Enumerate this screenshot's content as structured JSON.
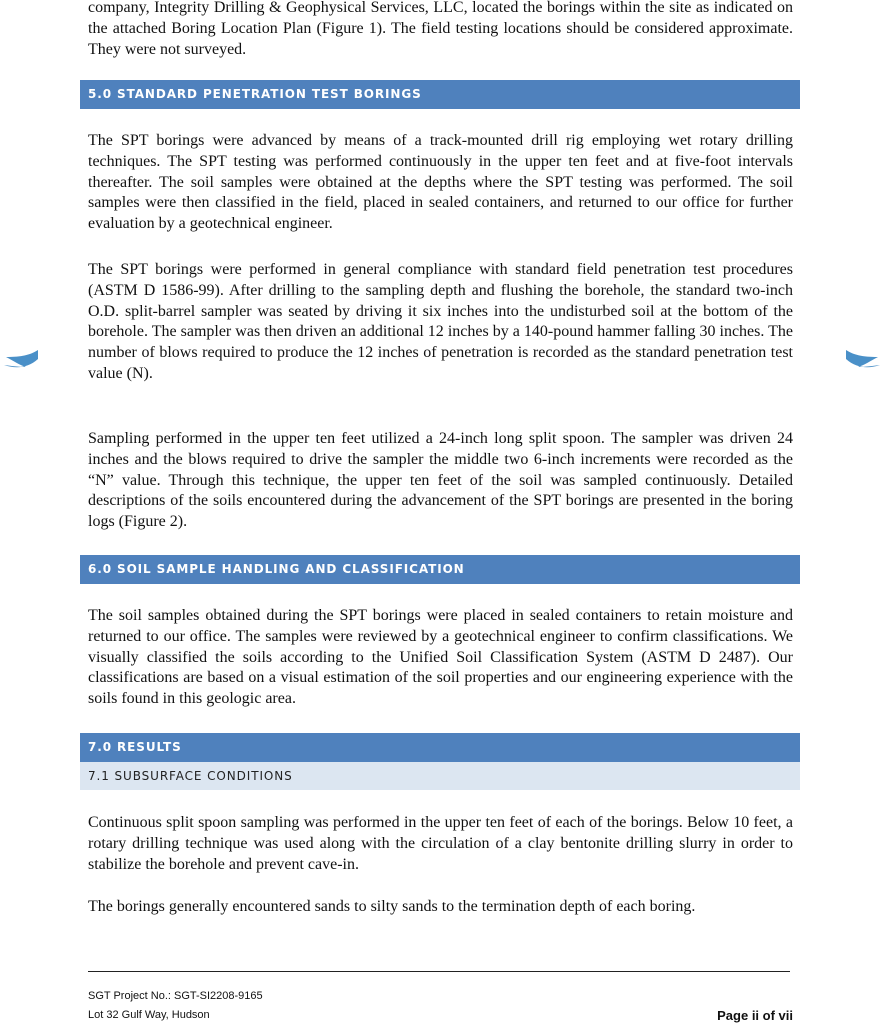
{
  "intro": {
    "text": "company, Integrity Drilling & Geophysical Services, LLC, located the borings within the site as indicated on the attached Boring Location Plan (Figure 1). The field testing locations should be considered approximate.  They were not surveyed."
  },
  "section5": {
    "heading": "5.0 STANDARD PENETRATION TEST BORINGS",
    "paragraphs": [
      "The SPT borings were advanced by means of a track-mounted drill rig employing wet rotary drilling techniques. The SPT testing was performed continuously in the upper ten feet and at five-foot intervals thereafter. The soil samples were obtained at the depths where the SPT testing was performed. The soil samples were then classified in the field, placed in sealed containers, and returned to our office for further evaluation by a geotechnical engineer.",
      "The SPT borings were performed in general compliance with standard field penetration test procedures (ASTM D 1586-99). After drilling to the sampling depth and flushing the borehole, the standard two-inch O.D. split-barrel sampler was seated by driving it six inches into the undisturbed soil at the bottom of the borehole. The sampler was then driven an additional 12 inches by a 140-pound hammer falling 30 inches. The number of blows required to produce the 12 inches of penetration is recorded as the standard penetration test value (N).",
      "Sampling performed in the upper ten feet utilized a 24-inch long split spoon. The sampler was driven 24 inches and the blows required to drive the sampler the middle two 6-inch increments were recorded as the “N” value. Through this technique, the upper ten feet of the soil was sampled continuously. Detailed descriptions of the soils encountered during the advancement of the SPT borings are presented in the boring logs (Figure 2)."
    ]
  },
  "section6": {
    "heading": "6.0 SOIL SAMPLE HANDLING AND CLASSIFICATION",
    "paragraphs": [
      "The soil samples obtained during the SPT borings were placed in sealed containers to retain moisture and returned to our office. The samples were reviewed by a geotechnical engineer to confirm classifications. We visually classified the soils according to the Unified Soil Classification System (ASTM D 2487). Our classifications are based on a visual estimation of the soil properties and our engineering experience with the soils found in this geologic area."
    ]
  },
  "section7": {
    "heading": "7.0 RESULTS",
    "subheading": "7.1 SUBSURFACE CONDITIONS",
    "paragraphs": [
      "Continuous split spoon sampling was performed in the upper ten feet of each of the borings. Below 10 feet, a rotary drilling technique was used along with the circulation of a clay bentonite drilling slurry in order to stabilize the borehole and prevent cave-in.",
      "The borings generally encountered sands to silty sands to the termination depth of each boring."
    ]
  },
  "footer": {
    "project": "SGT Project No.: SGT-SI2208-9165",
    "address": "Lot 32 Gulf Way, Hudson",
    "page": "Page ii of vii"
  },
  "nav": {
    "prev_icon": "arrow-left-icon",
    "next_icon": "arrow-right-icon",
    "color": "#4a90c8"
  },
  "colors": {
    "section_bar": "#4f81bd",
    "subsection_bar": "#dce6f1"
  }
}
